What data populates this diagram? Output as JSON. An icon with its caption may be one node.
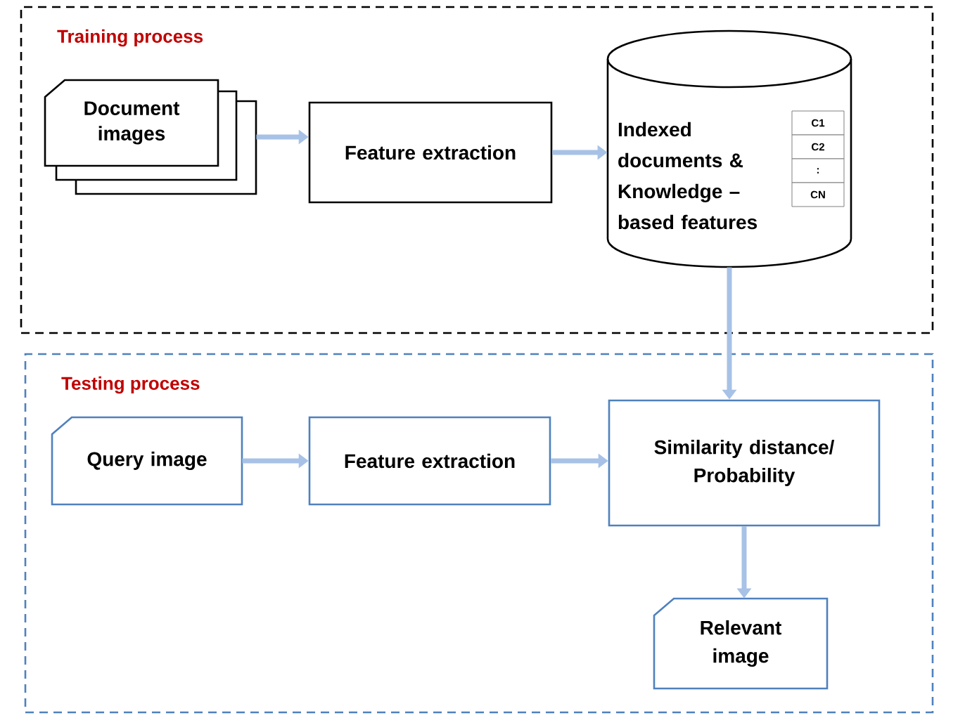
{
  "diagram": {
    "nodes": [
      {
        "text": [
          "Training process"
        ]
      },
      {
        "text": [
          "Document images"
        ],
        "in": 0
      },
      {
        "text": [
          "Feature extraction"
        ],
        "in": 0
      },
      {
        "text": [
          "Indexed documents & Knowledge – based features"
        ],
        "in": 0
      },
      {
        "text": [
          "C1"
        ],
        "in": 3
      },
      {
        "text": [
          "C2"
        ],
        "in": 3
      },
      {
        "text": [
          ":"
        ],
        "in": 3
      },
      {
        "text": [
          "CN"
        ],
        "in": 3
      },
      {
        "text": [
          "Testing process"
        ]
      },
      {
        "text": [
          "Query image"
        ],
        "in": 8
      },
      {
        "text": [
          "Feature extraction"
        ],
        "in": 8
      },
      {
        "text": [
          "Similarity distance/ Probability"
        ],
        "in": 8
      },
      {
        "text": [
          "Relevant image"
        ],
        "in": 8
      }
    ],
    "edges": [
      {
        "from": 1,
        "to": 2,
        "arrow": "to"
      },
      {
        "from": 2,
        "to": 3,
        "arrow": "to"
      },
      {
        "from": 3,
        "to": 11,
        "arrow": "to"
      },
      {
        "from": 9,
        "to": 10,
        "arrow": "to"
      },
      {
        "from": 10,
        "to": 11,
        "arrow": "to"
      },
      {
        "from": 11,
        "to": 12,
        "arrow": "to"
      }
    ]
  }
}
